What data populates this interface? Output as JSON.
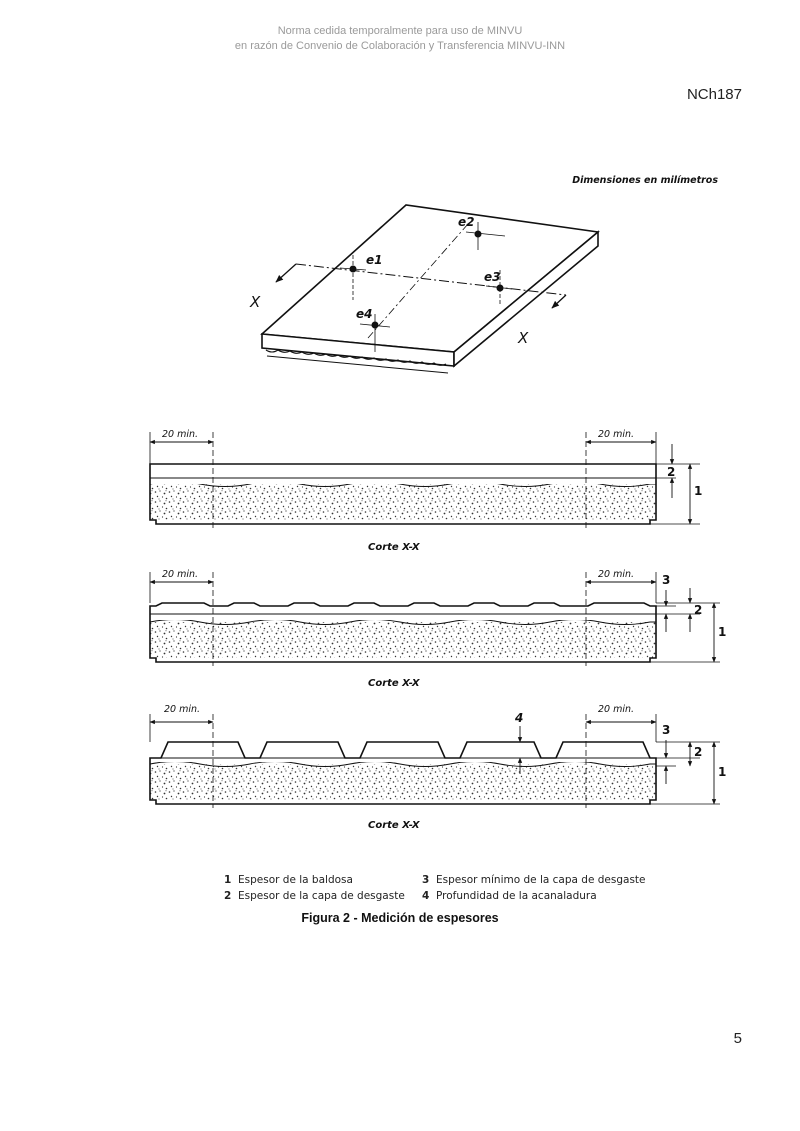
{
  "header": {
    "watermark_line1": "Norma cedida temporalmente para uso de MINVU",
    "watermark_line2": "en razón de Convenio de Colaboración y Transferencia MINVU-INN",
    "doc_id": "NCh187"
  },
  "figure": {
    "dimensions_note": "Dimensiones en milímetros",
    "iso_labels": {
      "e1": "e1",
      "e2": "e2",
      "e3": "e3",
      "e4": "e4",
      "x_left": "X",
      "x_right": "X"
    },
    "sections": [
      {
        "dim_left": "20 min.",
        "dim_right": "20 min.",
        "caption": "Corte X-X",
        "callouts": [
          "2",
          "1"
        ]
      },
      {
        "dim_left": "20 min.",
        "dim_right": "20 min.",
        "caption": "Corte X-X",
        "callouts": [
          "3",
          "2",
          "1"
        ]
      },
      {
        "dim_left": "20 min.",
        "dim_right": "20 min.",
        "caption": "Corte X-X",
        "callouts": [
          "3",
          "2",
          "1",
          "4"
        ]
      }
    ],
    "legend": [
      {
        "num": "1",
        "text": "Espesor de la baldosa"
      },
      {
        "num": "2",
        "text": "Espesor de la capa de desgaste"
      },
      {
        "num": "3",
        "text": "Espesor mínimo de la capa de desgaste"
      },
      {
        "num": "4",
        "text": "Profundidad de la acanaladura"
      }
    ],
    "caption": "Figura 2 - Medición de espesores"
  },
  "footer": {
    "page_number": "5"
  }
}
